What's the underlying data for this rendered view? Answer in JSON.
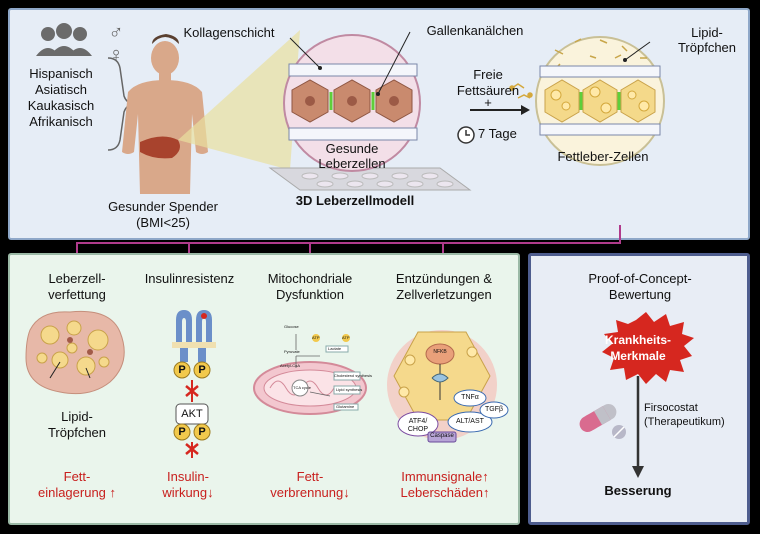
{
  "donor": {
    "sex_symbols": "♂ ♀",
    "ethnicities": [
      "Hispanisch",
      "Asiatisch",
      "Kaukasisch",
      "Afrikanisch"
    ],
    "label_line1": "Gesunder Spender",
    "label_line2": "(BMI<25)"
  },
  "model": {
    "collagen_label": "Kollagenschicht",
    "canaliculi_label": "Gallenkanälchen",
    "healthy_cells_line1": "Gesunde",
    "healthy_cells_line2": "Leberzellen",
    "model_title": "3D Leberzellmodell",
    "treatment_line1": "Freie",
    "treatment_line2": "Fettsäuren",
    "plus": "+",
    "duration": "7 Tage",
    "lipid_label_line1": "Lipid-",
    "lipid_label_line2": "Tröpfchen",
    "fatty_cells_label": "Fettleber-Zellen"
  },
  "phenotypes": [
    {
      "title_lines": [
        "Leberzell-",
        "verfettung"
      ],
      "result_lines": [
        "Fett-",
        "einlagerung ↑"
      ]
    },
    {
      "title_lines": [
        "Insulinresistenz"
      ],
      "result_lines": [
        "Insulin-",
        "wirkung↓"
      ]
    },
    {
      "title_lines": [
        "Mitochondriale",
        "Dysfunktion"
      ],
      "result_lines": [
        "Fett-",
        "verbrennung↓"
      ]
    },
    {
      "title_lines": [
        "Entzündungen &",
        "Zellverletzungen"
      ],
      "result_lines": [
        "Immunsignale↑",
        "Leberschäden↑"
      ]
    }
  ],
  "steatosis": {
    "lipid_line1": "Lipid-",
    "lipid_line2": "Tröpfchen"
  },
  "insulin": {
    "p": "P",
    "akt": "AKT"
  },
  "mito": {
    "labels": [
      "Glucose",
      "Pyruvate",
      "ATP",
      "Lactate",
      "Acetyl-CoA",
      "Cholesterol synthesis",
      "TCA cycle",
      "Lipid synthesis",
      "Glutamine",
      "ATP"
    ]
  },
  "inflammation": {
    "nucleus_label": "NFKB",
    "tnfa": "TNFα",
    "tgfb": "TGFβ",
    "alt_ast": "ALT/AST",
    "atf4_line1": "ATF4/",
    "atf4_line2": "CHOP",
    "caspase": "Caspase"
  },
  "poc": {
    "title_line1": "Proof-of-Concept-",
    "title_line2": "Bewertung",
    "disease_line1": "Krankheits-",
    "disease_line2": "Merkmale",
    "drug_line1": "Firsocostat",
    "drug_line2": "(Therapeutikum)",
    "outcome": "Besserung"
  },
  "colors": {
    "connector": "#b03b8c",
    "result_text": "#c8201e",
    "burst": "#d6271f",
    "fat": "#f0c35a",
    "cell": "#c98a6e"
  }
}
